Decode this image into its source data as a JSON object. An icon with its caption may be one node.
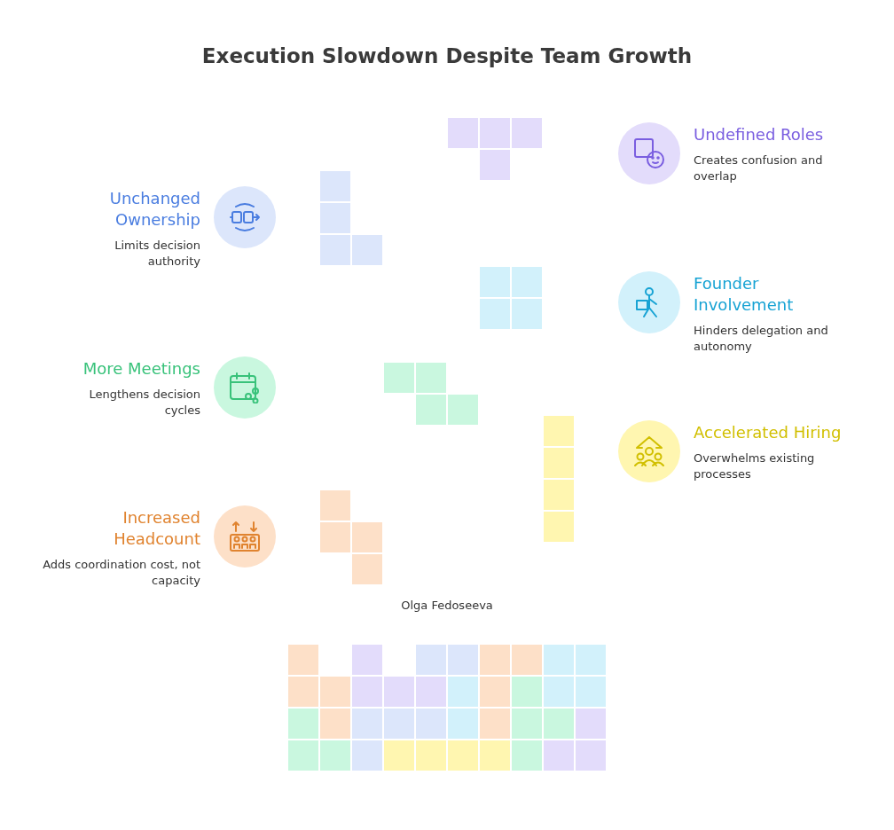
{
  "diagram": {
    "title": "Execution Slowdown Despite Team Growth",
    "nodes": [
      {
        "text": [
          "Undefined Roles",
          "Creates confusion and overlap"
        ]
      },
      {
        "text": [
          "Unchanged Ownership",
          "Limits decision authority"
        ]
      },
      {
        "text": [
          "Founder Involvement",
          "Hinders delegation and autonomy"
        ]
      },
      {
        "text": [
          "More Meetings",
          "Lengthens decision cycles"
        ]
      },
      {
        "text": [
          "Accelerated Hiring",
          "Overwhelms existing processes"
        ]
      },
      {
        "text": [
          "Increased Headcount",
          "Adds coordination cost, not capacity"
        ]
      }
    ],
    "edges": [],
    "labels": [
      "Olga Fedoseeva"
    ]
  }
}
